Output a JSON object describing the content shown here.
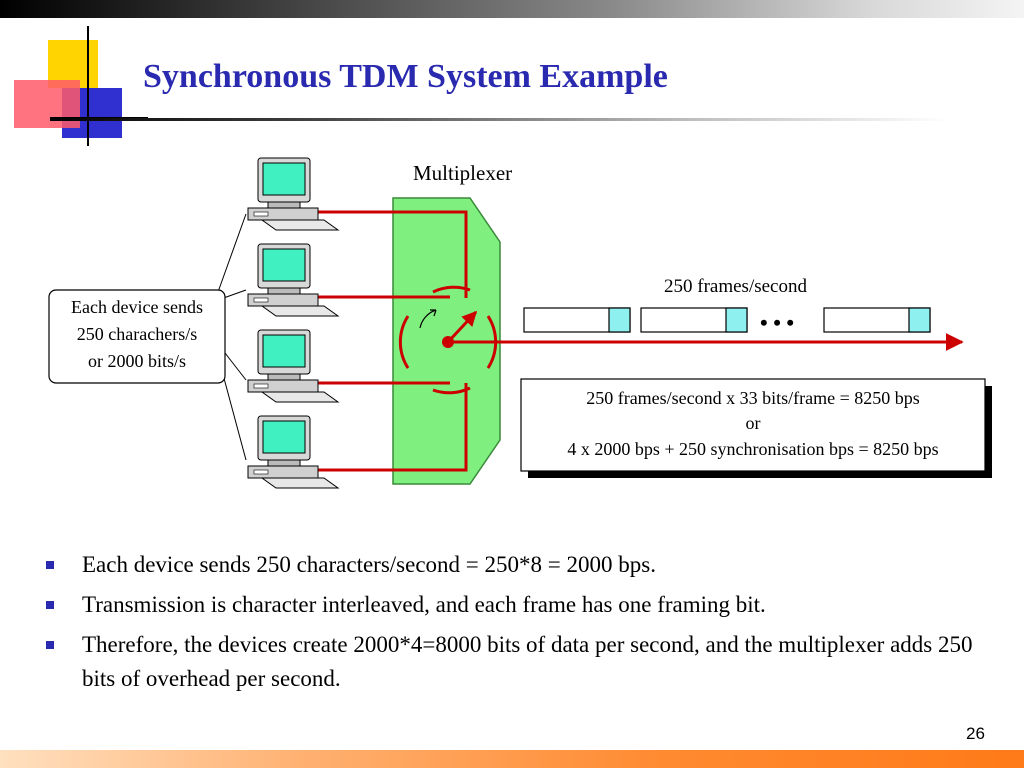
{
  "slide": {
    "title": "Synchronous TDM System Example",
    "page_number": "26"
  },
  "diagram": {
    "multiplexer_label": "Multiplexer",
    "device_label_lines": [
      "Each device sends",
      "250 charachers/s",
      "or 2000 bits/s"
    ],
    "frame_rate_label": "250 frames/second",
    "ellipsis": "• • •",
    "calc_lines": [
      "250 frames/second x 33 bits/frame = 8250 bps",
      "or",
      "4 x 2000 bps + 250 synchronisation bps = 8250 bps"
    ],
    "device_count": 4,
    "frame_count": 3,
    "colors": {
      "mux_fill": "#7ff07f",
      "line_red": "#cc0000",
      "screen": "#40f0c0",
      "frame_cell": "#8ff0f0",
      "title_blue": "#2a2ab0"
    }
  },
  "bullets": [
    "Each device sends 250 characters/second = 250*8 = 2000 bps.",
    "Transmission is character interleaved, and each frame has one framing bit.",
    "Therefore, the devices create 2000*4=8000 bits of data per second, and the multiplexer adds 250 bits of overhead per second."
  ]
}
